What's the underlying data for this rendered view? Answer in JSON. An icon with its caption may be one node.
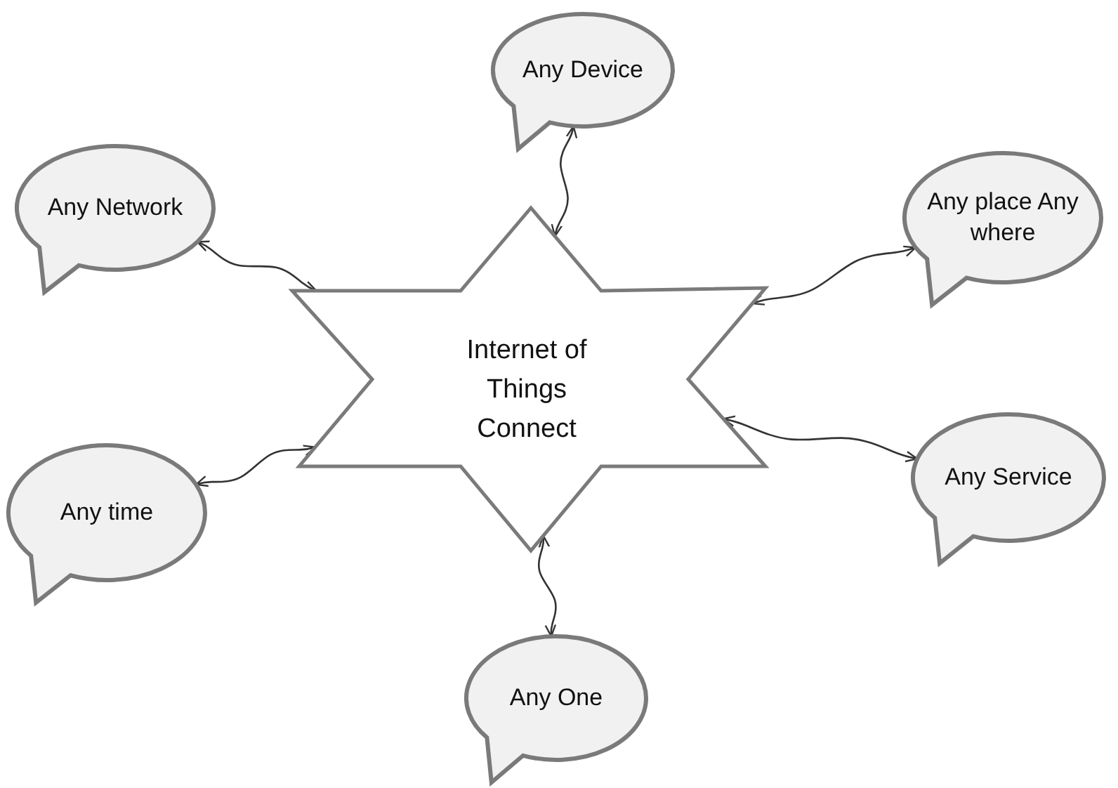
{
  "diagram": {
    "nodes": [
      {
        "text": [
          "Any Device"
        ]
      },
      {
        "text": [
          "Any Network"
        ]
      },
      {
        "text": [
          "Any place Any where"
        ]
      },
      {
        "text": [
          "Internet of Things Connect"
        ]
      },
      {
        "text": [
          "Any Service"
        ]
      },
      {
        "text": [
          "Any time"
        ]
      },
      {
        "text": [
          "Any One"
        ]
      }
    ],
    "edges": [
      {
        "from": 0,
        "to": 3,
        "arrow": "both"
      },
      {
        "from": 1,
        "to": 3,
        "arrow": "both"
      },
      {
        "from": 2,
        "to": 3,
        "arrow": "both"
      },
      {
        "from": 4,
        "to": 3,
        "arrow": "both"
      },
      {
        "from": 5,
        "to": 3,
        "arrow": "both"
      },
      {
        "from": 6,
        "to": 3,
        "arrow": "both"
      }
    ]
  }
}
